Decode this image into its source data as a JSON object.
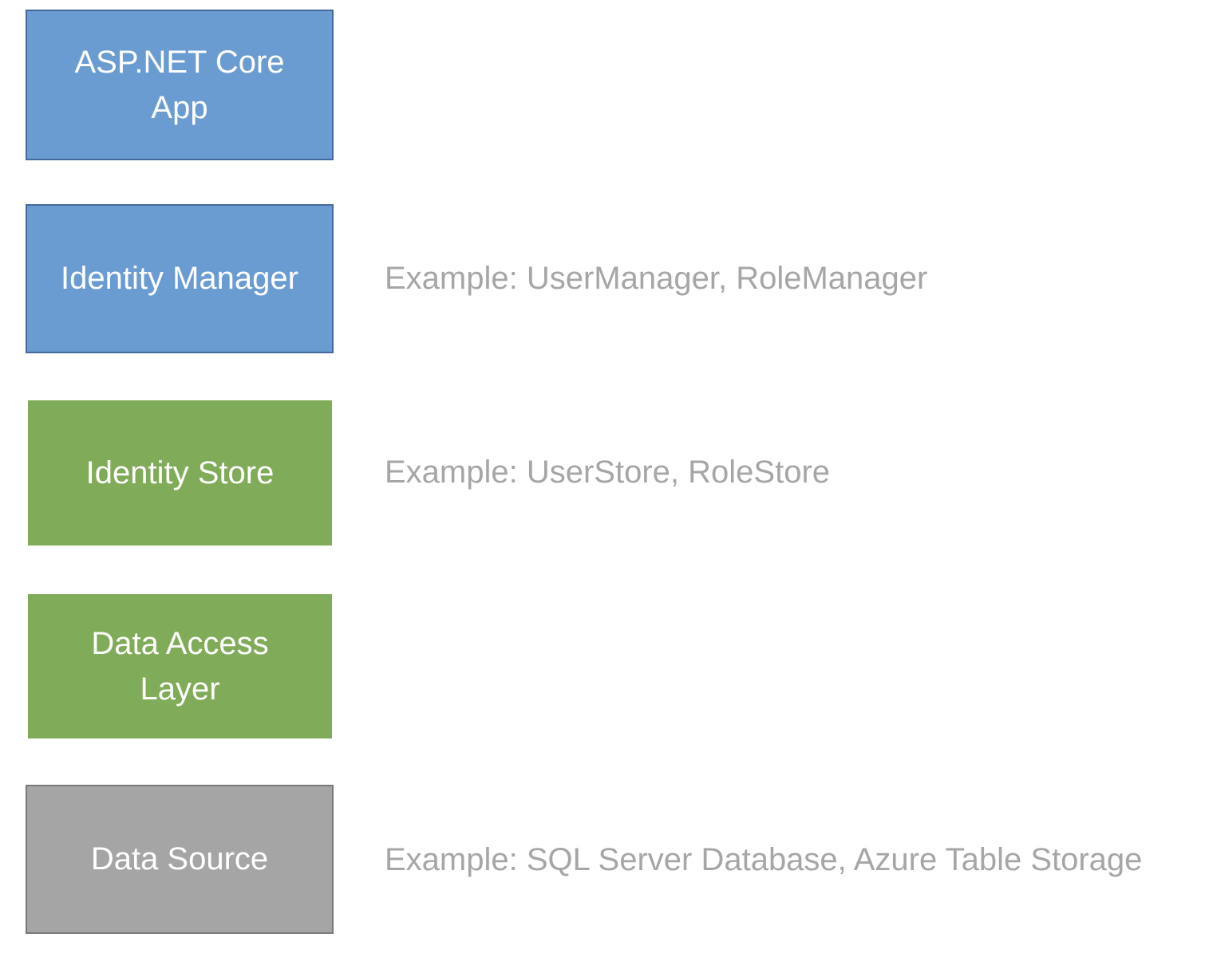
{
  "layers": [
    {
      "label_line1": "ASP.NET Core",
      "label_line2": "App",
      "color": "#6a9bd1"
    },
    {
      "label": "Identity Manager",
      "color": "#6a9bd1",
      "example": "Example: UserManager, RoleManager"
    },
    {
      "label": "Identity Store",
      "color": "#80ab58",
      "example": "Example: UserStore, RoleStore"
    },
    {
      "label_line1": "Data Access",
      "label_line2": "Layer",
      "color": "#80ab58"
    },
    {
      "label": "Data Source",
      "color": "#a5a5a5",
      "example": "Example: SQL Server Database, Azure Table Storage"
    }
  ]
}
